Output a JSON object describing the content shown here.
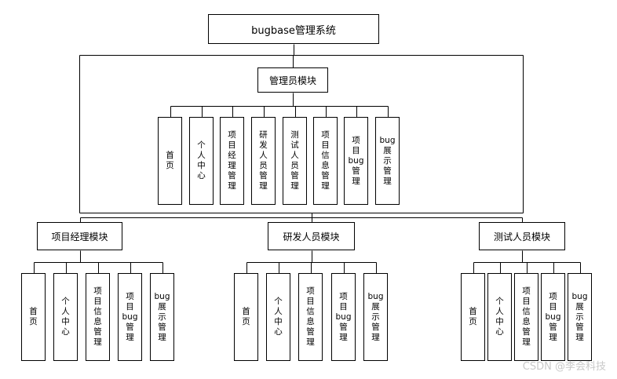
{
  "root": {
    "label": "bugbase管理系统"
  },
  "modules": [
    {
      "key": "admin",
      "label": "管理员模块",
      "items": [
        {
          "lines": [
            "首",
            "页"
          ]
        },
        {
          "lines": [
            "个",
            "人",
            "中",
            "心"
          ]
        },
        {
          "lines": [
            "项",
            "目",
            "经",
            "理",
            "管",
            "理"
          ]
        },
        {
          "lines": [
            "研",
            "发",
            "人",
            "员",
            "管",
            "理"
          ]
        },
        {
          "lines": [
            "测",
            "试",
            "人",
            "员",
            "管",
            "理"
          ]
        },
        {
          "lines": [
            "项",
            "目",
            "信",
            "息",
            "管",
            "理"
          ]
        },
        {
          "lines": [
            "项",
            "目",
            "bug",
            "管",
            "理"
          ]
        },
        {
          "lines": [
            "bug",
            "展",
            "示",
            "管",
            "理"
          ]
        }
      ]
    },
    {
      "key": "pm",
      "label": "项目经理模块",
      "items": [
        {
          "lines": [
            "首",
            "页"
          ]
        },
        {
          "lines": [
            "个",
            "人",
            "中",
            "心"
          ]
        },
        {
          "lines": [
            "项",
            "目",
            "信",
            "息",
            "管",
            "理"
          ]
        },
        {
          "lines": [
            "项",
            "目",
            "bug",
            "管",
            "理"
          ]
        },
        {
          "lines": [
            "bug",
            "展",
            "示",
            "管",
            "理"
          ]
        }
      ]
    },
    {
      "key": "dev",
      "label": "研发人员模块",
      "items": [
        {
          "lines": [
            "首",
            "页"
          ]
        },
        {
          "lines": [
            "个",
            "人",
            "中",
            "心"
          ]
        },
        {
          "lines": [
            "项",
            "目",
            "信",
            "息",
            "管",
            "理"
          ]
        },
        {
          "lines": [
            "项",
            "目",
            "bug",
            "管",
            "理"
          ]
        },
        {
          "lines": [
            "bug",
            "展",
            "示",
            "管",
            "理"
          ]
        }
      ]
    },
    {
      "key": "tester",
      "label": "测试人员模块",
      "items": [
        {
          "lines": [
            "首",
            "页"
          ]
        },
        {
          "lines": [
            "个",
            "人",
            "中",
            "心"
          ]
        },
        {
          "lines": [
            "项",
            "目",
            "信",
            "息",
            "管",
            "理"
          ]
        },
        {
          "lines": [
            "项",
            "目",
            "bug",
            "管",
            "理"
          ]
        },
        {
          "lines": [
            "bug",
            "展",
            "示",
            "管",
            "理"
          ]
        }
      ]
    }
  ],
  "watermark": "CSDN @李会科技"
}
